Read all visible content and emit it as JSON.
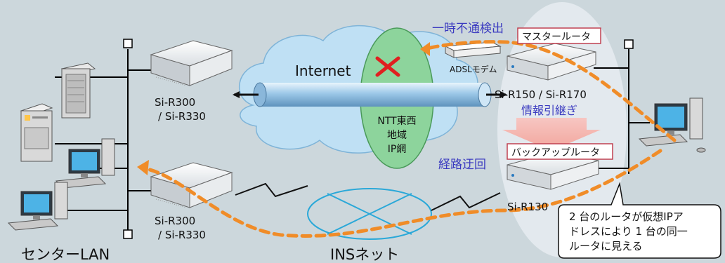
{
  "labels": {
    "internet": "Internet",
    "ntt_line1": "NTT東西",
    "ntt_line2": "地域",
    "ntt_line3": "IP網",
    "outage": "一時不通検出",
    "master": "マスタールータ",
    "adsl": "ADSLモデム",
    "r150": "Si-R150 / Si-R170",
    "handover": "情報引継ぎ",
    "backup": "バックアップルータ",
    "reroute": "経路迂回",
    "r130": "Si-R130",
    "center_top_1": "Si-R300",
    "center_top_2": "/ Si-R330",
    "center_bot_1": "Si-R300",
    "center_bot_2": "/ Si-R330",
    "center_lan": "センターLAN",
    "ins": "INSネット",
    "callout_1": "2 台のルータが仮想IPア",
    "callout_2": "ドレスにより 1 台の同一",
    "callout_3": "ルータに見える"
  },
  "colors": {
    "background": "#ccd7dc",
    "dashed_arrow": "#f08c28",
    "blue_text": "#3a3ac0",
    "label_border": "#c04050",
    "ntt_green": "#8dd49c",
    "cloud": "#bfe0f4",
    "pipe": "#9cc8e8",
    "ins_line": "#2aa8d8",
    "cross": "#e02020"
  }
}
